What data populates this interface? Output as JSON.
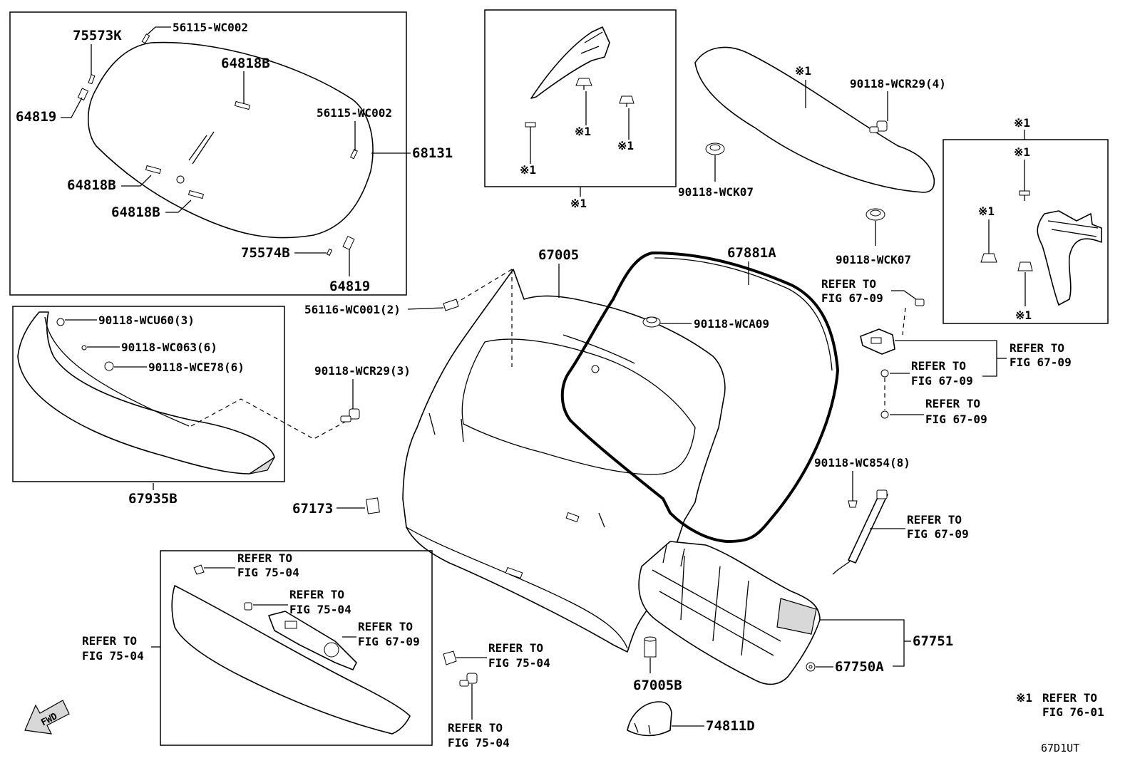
{
  "diagram": {
    "code": "67D1UT",
    "fwd_label": "FWD",
    "footnote": {
      "mark": "※1",
      "line1": "REFER TO",
      "line2": "FIG 76-01"
    },
    "mark1": "※1",
    "labels": {
      "p75573K": "75573K",
      "p56115_a": "56115-WC002",
      "p64818B_a": "64818B",
      "p64819_a": "64819",
      "p56115_b": "56115-WC002",
      "p68131": "68131",
      "p64818B_b": "64818B",
      "p64818B_c": "64818B",
      "p75574B": "75574B",
      "p64819_b": "64819",
      "p56116": "56116-WC001(2)",
      "p90118_WCU60": "90118-WCU60(3)",
      "p90118_WC063": "90118-WC063(6)",
      "p90118_WCE78": "90118-WCE78(6)",
      "p67935B": "67935B",
      "p90118_WCR29_3": "90118-WCR29(3)",
      "p67173": "67173",
      "p67005": "67005",
      "p67881A": "67881A",
      "p90118_WCA09": "90118-WCA09",
      "p90118_WCK07_a": "90118-WCK07",
      "p90118_WCK07_b": "90118-WCK07",
      "p90118_WCR29_4": "90118-WCR29(4)",
      "p90118_WC854": "90118-WC854(8)",
      "p67751": "67751",
      "p67750A": "67750A",
      "p67005B": "67005B",
      "p74811D": "74811D"
    },
    "refer_line1": "REFER TO",
    "refs": {
      "r6709_a": "FIG 67-09",
      "r6709_b": "FIG 67-09",
      "r6709_c": "FIG 67-09",
      "r6709_d": "FIG 67-09",
      "r6709_e": "FIG 67-09",
      "r6709_f": "FIG 67-09",
      "r7504_a": "FIG 75-04",
      "r7504_b": "FIG 75-04",
      "r7504_c": "FIG 75-04",
      "r7504_d": "FIG 75-04",
      "r7504_e": "FIG 75-04"
    }
  }
}
